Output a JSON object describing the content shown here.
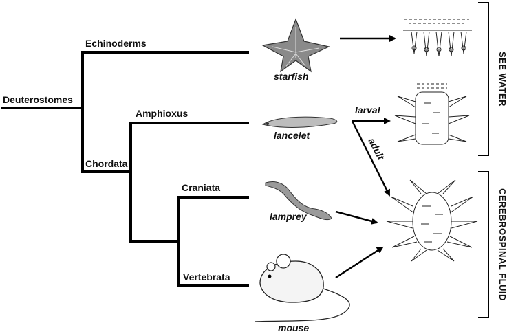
{
  "tree": {
    "root": "Deuterostomes",
    "clades": {
      "echinoderms": "Echinoderms",
      "chordata": "Chordata",
      "amphioxus": "Amphioxus",
      "craniata": "Craniata",
      "vertebrata": "Vertebrata"
    }
  },
  "organisms": {
    "starfish": "starfish",
    "lancelet": "lancelet",
    "lamprey": "lamprey",
    "mouse": "mouse"
  },
  "stages": {
    "larval": "larval",
    "adult": "adult"
  },
  "brackets": {
    "sea_water": "SEE WATER",
    "csf": "CEREBROSPINAL FLUID"
  }
}
